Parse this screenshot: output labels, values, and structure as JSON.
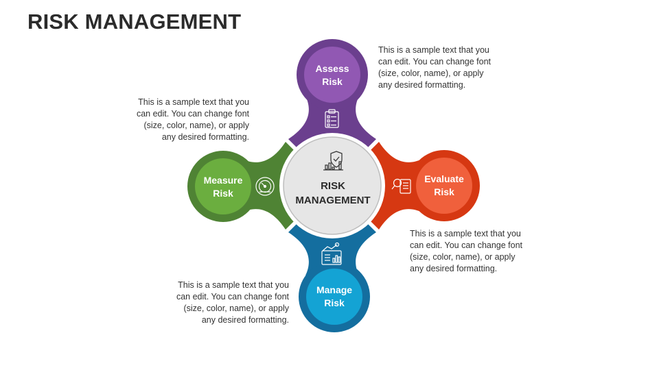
{
  "title": "RISK MANAGEMENT",
  "center": {
    "line1": "RISK",
    "line2": "MANAGEMENT"
  },
  "colors": {
    "assess_dark": "#6B3F8E",
    "assess_light": "#9158B3",
    "evaluate_dark": "#D63812",
    "evaluate_light": "#F0603C",
    "manage_dark": "#146E9F",
    "manage_light": "#14A3D4",
    "measure_dark": "#4F8334",
    "measure_light": "#6BAE3F",
    "center_fill": "#E6E6E6"
  },
  "nodes": {
    "assess": {
      "line1": "Assess",
      "line2": "Risk",
      "icon": "clipboard-checklist-icon"
    },
    "evaluate": {
      "line1": "Evaluate",
      "line2": "Risk",
      "icon": "magnifier-document-icon"
    },
    "manage": {
      "line1": "Manage",
      "line2": "Risk",
      "icon": "dashboard-chart-icon"
    },
    "measure": {
      "line1": "Measure",
      "line2": "Risk",
      "icon": "speedometer-icon"
    }
  },
  "center_icon": "shield-bar-chart-icon",
  "texts": {
    "top_right": [
      "This is a sample text that you",
      "can edit. You can change font",
      "(size, color, name), or apply",
      "any desired formatting."
    ],
    "top_left": [
      "This is a sample text that you",
      "can edit. You can change font",
      "(size, color, name), or apply",
      "any desired formatting."
    ],
    "bottom_right": [
      "This is a sample text that you",
      "can edit. You can change font",
      "(size, color, name), or apply",
      "any desired formatting."
    ],
    "bottom_left": [
      "This is a sample text that you",
      "can edit. You can change font",
      "(size, color, name), or apply",
      "any desired formatting."
    ]
  }
}
